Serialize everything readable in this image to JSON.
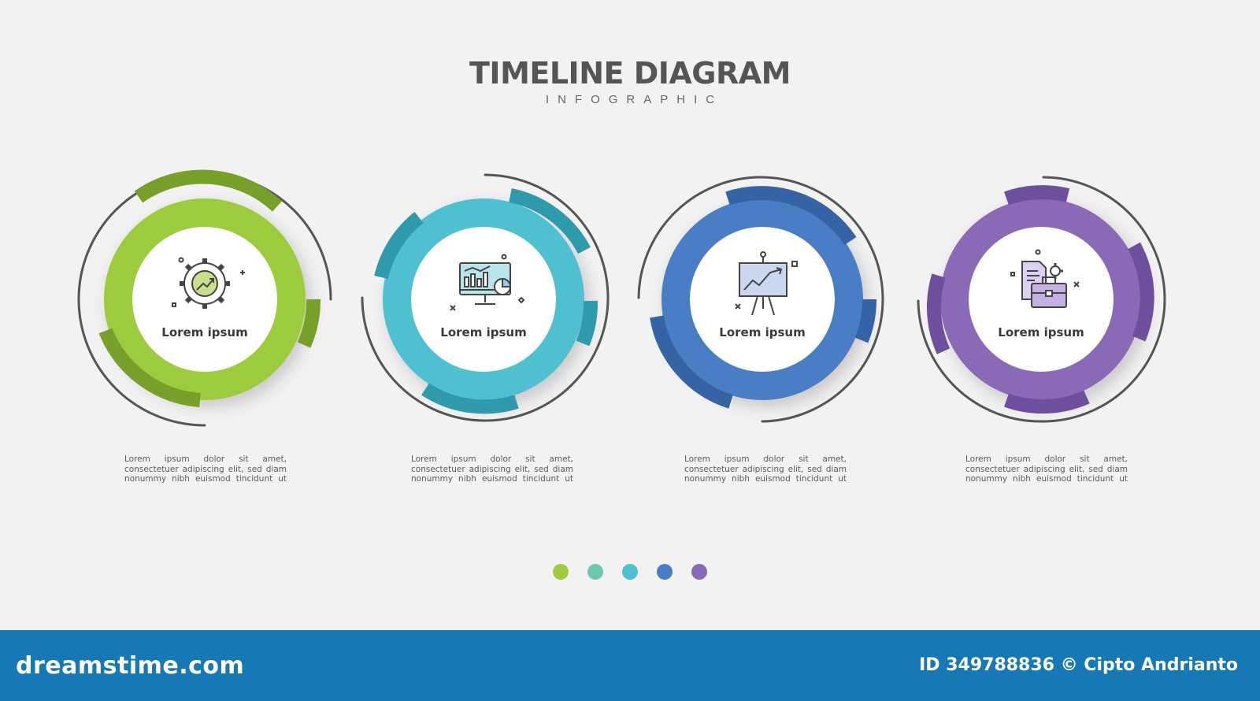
{
  "header": {
    "title": "TIMELINE DIAGRAM",
    "subtitle": "INFOGRAPHIC"
  },
  "steps": [
    {
      "label": "Lorem ipsum",
      "color": "#9ccc3c",
      "dark_color": "#76a02a",
      "icon": "gear-growth-icon",
      "desc_lines": [
        "Lorem ipsum dolor sit amet,",
        "consectetuer adipiscing elit, sed diam",
        "nonummy nibh euismod tincidunt ut"
      ]
    },
    {
      "label": "Lorem ipsum",
      "color": "#4fc0d0",
      "dark_color": "#2f9aab",
      "icon": "monitor-chart-icon",
      "desc_lines": [
        "Lorem ipsum dolor sit amet,",
        "consectetuer adipiscing elit, sed diam",
        "nonummy nibh euismod tincidunt ut"
      ]
    },
    {
      "label": "Lorem ipsum",
      "color": "#4a7ec4",
      "dark_color": "#3563a5",
      "icon": "presentation-board-icon",
      "desc_lines": [
        "Lorem ipsum dolor sit amet,",
        "consectetuer adipiscing elit, sed diam",
        "nonummy nibh euismod tincidunt ut"
      ]
    },
    {
      "label": "Lorem ipsum",
      "color": "#8a6ab6",
      "dark_color": "#6e4f9e",
      "icon": "briefcase-document-icon",
      "desc_lines": [
        "Lorem ipsum dolor sit amet,",
        "consectetuer adipiscing elit, sed diam",
        "nonummy nibh euismod tincidunt ut"
      ]
    }
  ],
  "pager_dots": [
    "#9ccc3c",
    "#6cc8b0",
    "#4fc0d0",
    "#4a7ec4",
    "#8a6ab6"
  ],
  "footer": {
    "brand": "dreamstime.com",
    "credit": "ID 349788836 © Cipto Andrianto"
  }
}
